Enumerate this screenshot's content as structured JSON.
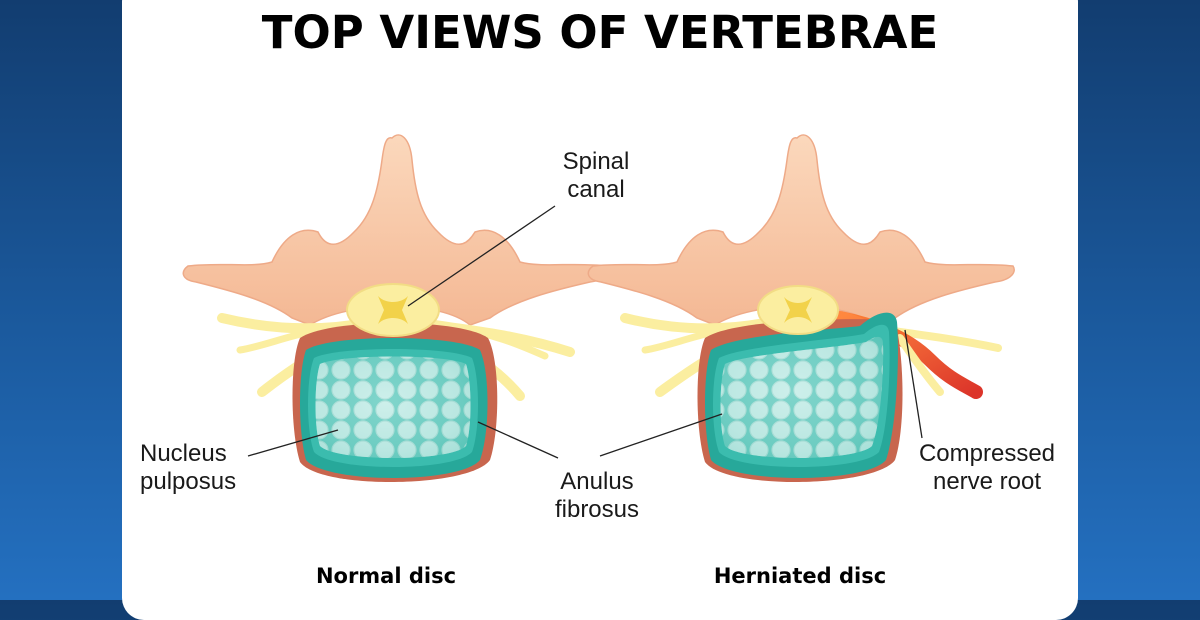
{
  "title": "TOP VIEWS OF VERTEBRAE",
  "labels": {
    "spinal_canal_1": "Spinal",
    "spinal_canal_2": "canal",
    "nucleus_1": "Nucleus",
    "nucleus_2": "pulposus",
    "anulus_1": "Anulus",
    "anulus_2": "fibrosus",
    "compressed_1": "Compressed",
    "compressed_2": "nerve root"
  },
  "captions": {
    "normal": "Normal disc",
    "herniated": "Herniated disc"
  },
  "colors": {
    "bone": "#f8c8a4",
    "bone_dark": "#e9a682",
    "body_rim": "#c8664e",
    "disc": "#27a89a",
    "disc_light": "#bfe9e4",
    "nerve": "#fbeea0",
    "inflamed": "#e8321e"
  }
}
